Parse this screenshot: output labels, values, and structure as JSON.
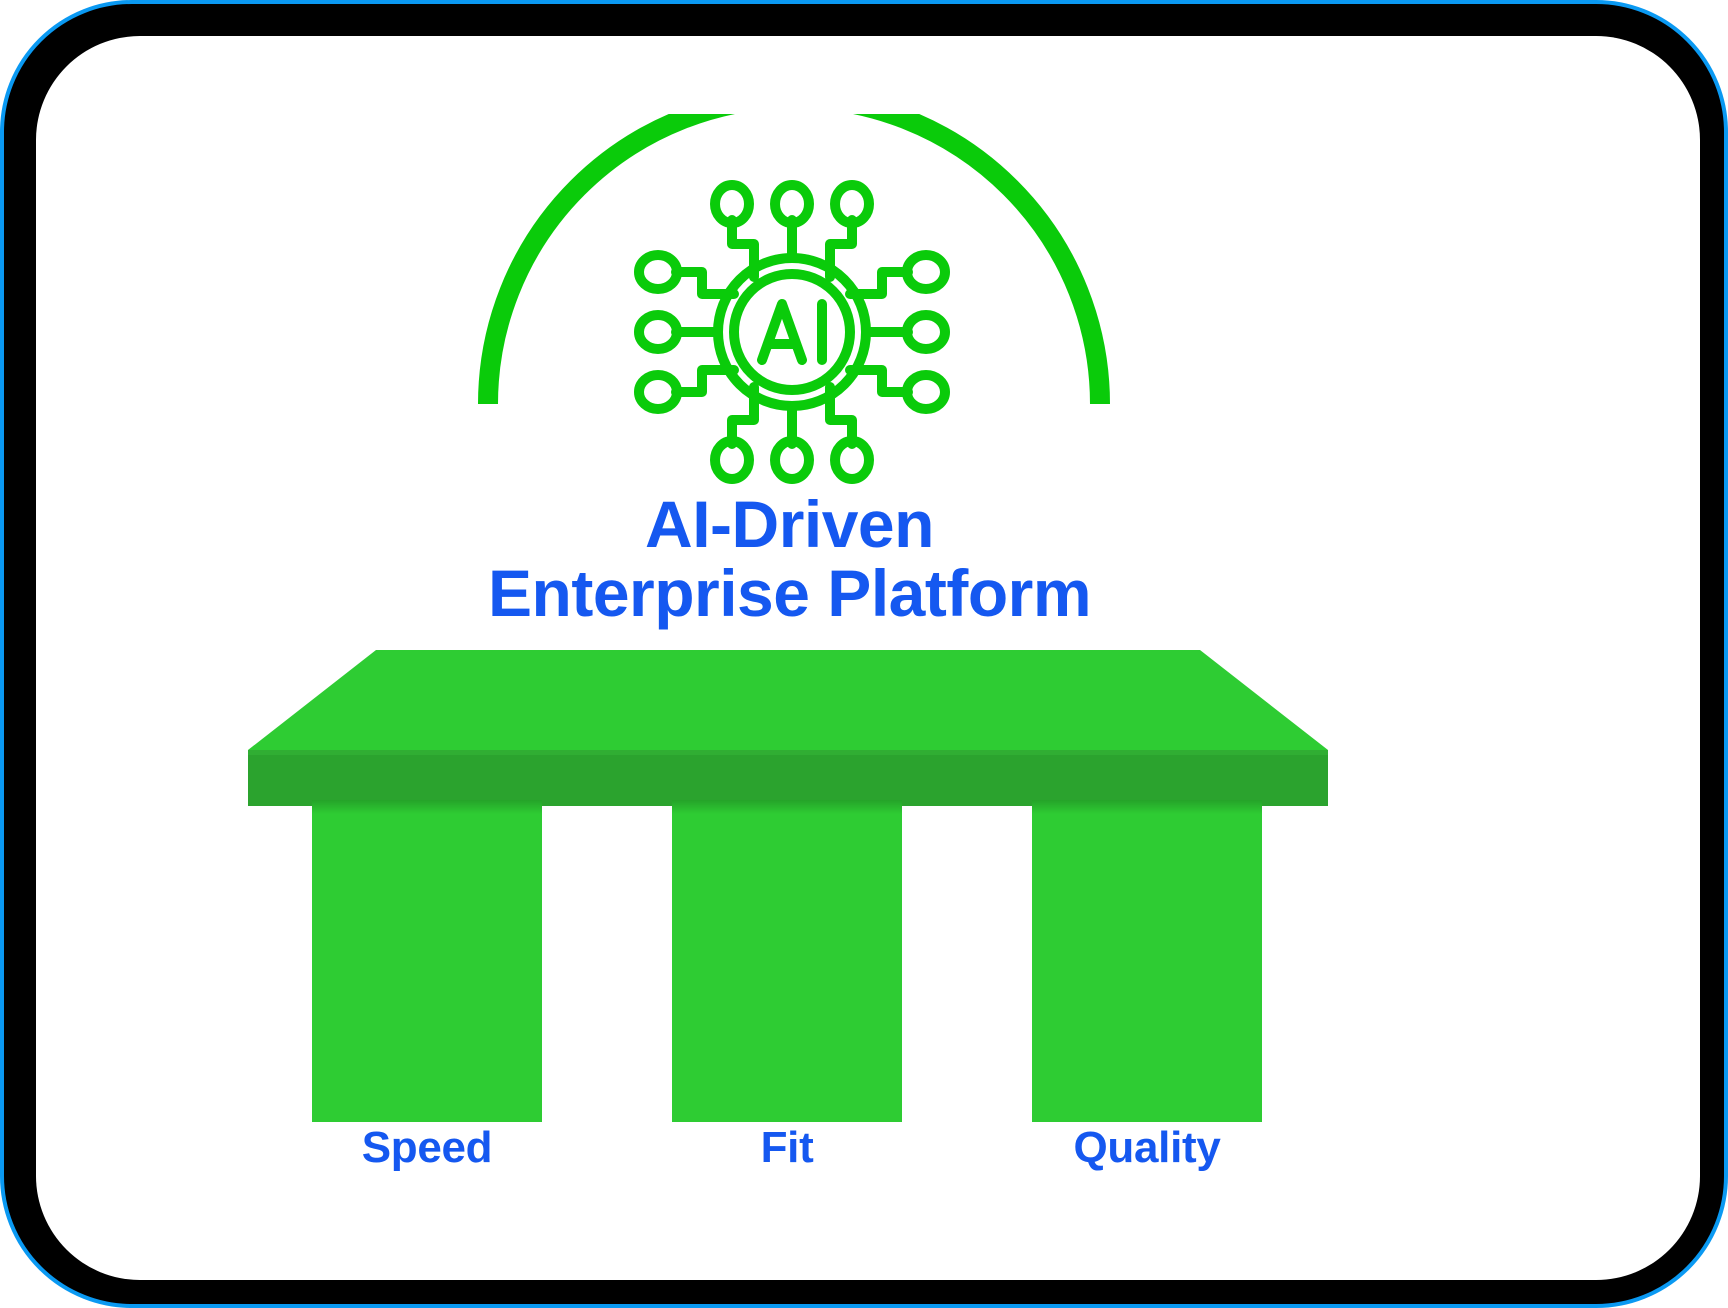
{
  "frame": {
    "outline_color": "#0a99f2",
    "band_color": "#000000",
    "canvas_color": "#ffffff"
  },
  "header": {
    "icon_name": "ai-chip-icon",
    "icon_label": "AI",
    "arc_name": "green-arc",
    "arc_color": "#0ACB0A",
    "icon_color": "#0ACB0A"
  },
  "title": {
    "line1": "AI-Driven",
    "line2": "Enterprise Platform",
    "color": "#1558f0"
  },
  "platform": {
    "name": "enterprise-platform-slab",
    "top_color": "#2ECC33",
    "side_color": "#2BA32E",
    "edge_color": "#2BB330"
  },
  "pillars": [
    {
      "label": "Speed",
      "color": "#2ECC33"
    },
    {
      "label": "Fit",
      "color": "#2ECC33"
    },
    {
      "label": "Quality",
      "color": "#2ECC33"
    }
  ]
}
